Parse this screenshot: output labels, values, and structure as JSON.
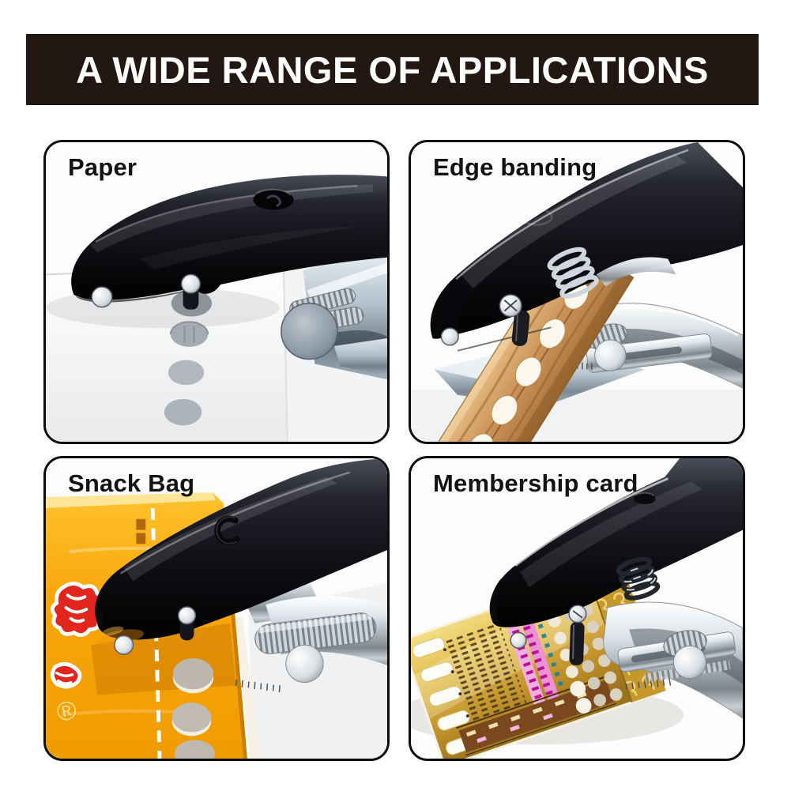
{
  "banner": {
    "title": "A WIDE RANGE OF APPLICATIONS"
  },
  "panels": [
    {
      "id": "paper",
      "label": "Paper",
      "alt": "Black hole punch punching a row of holes in white paper"
    },
    {
      "id": "edge-banding",
      "label": "Edge banding",
      "alt": "Black hole punch with spring and chrome handle punching holes in a wooden edge banding strip"
    },
    {
      "id": "snack-bag",
      "label": "Snack Bag",
      "alt": "Black hole punch punching holes along the edge of an orange snack bag with red logo"
    },
    {
      "id": "membership-card",
      "label": "Membership card",
      "alt": "Black hole punch punching holes in a gold membership card"
    }
  ],
  "snack_bag": {
    "registered_mark": "®"
  },
  "colors": {
    "page_bg": "#ffffff",
    "banner_bg": "#221712",
    "banner_text": "#ffffff",
    "panel_border": "#0d0d0d",
    "label_text": "#151210",
    "tool_black": "#15161c",
    "tool_chrome": "#c7ccd1",
    "bag_orange": "#f8a70a",
    "logo_red": "#e2251d",
    "card_gold": "#e3bc4e",
    "wood_tan": "#c99157"
  }
}
